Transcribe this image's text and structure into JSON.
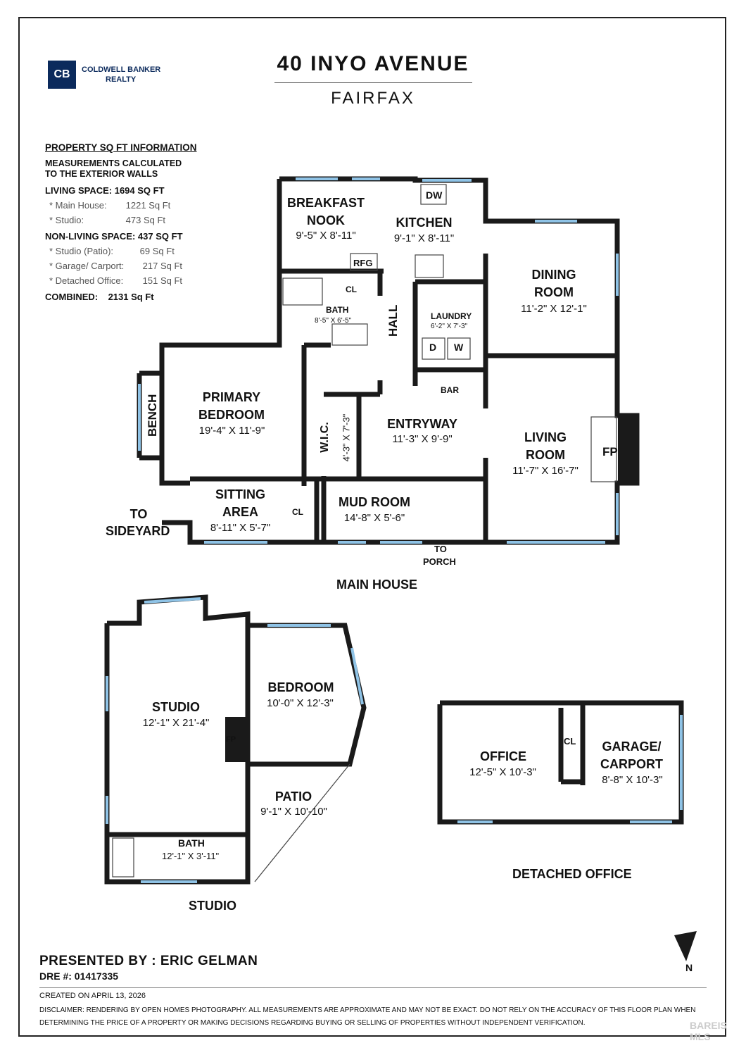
{
  "header": {
    "logo_initials": "CB",
    "logo_line1": "COLDWELL BANKER",
    "logo_line2": "REALTY",
    "title": "40 INYO AVENUE",
    "subtitle": "FAIRFAX"
  },
  "info": {
    "heading": "PROPERTY SQ FT INFORMATION",
    "note_line1": "MEASUREMENTS CALCULATED",
    "note_line2": "TO THE EXTERIOR WALLS",
    "living_label": "LIVING SPACE: 1694 SQ FT",
    "living_items": [
      {
        "k": "Main House:",
        "v": "1221 Sq Ft"
      },
      {
        "k": "Studio:",
        "v": "473 Sq Ft"
      }
    ],
    "nonliving_label": "NON-LIVING SPACE: 437 SQ FT",
    "nonliving_items": [
      {
        "k": "Studio (Patio):",
        "v": "69 Sq Ft"
      },
      {
        "k": "Garage/ Carport:",
        "v": "217 Sq Ft"
      },
      {
        "k": "Detached Office:",
        "v": "151 Sq Ft"
      }
    ],
    "combined_label": "COMBINED:",
    "combined_value": "2131 Sq Ft"
  },
  "rooms": {
    "breakfast": {
      "l1": "BREAKFAST",
      "l2": "NOOK",
      "dim": "9'-5\" X 8'-11\""
    },
    "kitchen": {
      "l1": "KITCHEN",
      "dim": "9'-1\" X 8'-11\""
    },
    "dining": {
      "l1": "DINING",
      "l2": "ROOM",
      "dim": "11'-2\" X 12'-1\""
    },
    "bath": {
      "l1": "BATH",
      "dim": "8'-5\" X 6'-5\""
    },
    "laundry": {
      "l1": "LAUNDRY",
      "dim": "6'-2\" X 7'-3\""
    },
    "primary": {
      "l1": "PRIMARY",
      "l2": "BEDROOM",
      "dim": "19'-4\" X 11'-9\""
    },
    "entry": {
      "l1": "ENTRYWAY",
      "dim": "11'-3\" X 9'-9\""
    },
    "living": {
      "l1": "LIVING",
      "l2": "ROOM",
      "dim": "11'-7\" X 16'-7\""
    },
    "wic": {
      "l1": "W.I.C.",
      "dim": "4'-3\" X 7'-3\""
    },
    "sitting": {
      "l1": "SITTING",
      "l2": "AREA",
      "dim": "8'-11\" X 5'-7\""
    },
    "mud": {
      "l1": "MUD ROOM",
      "dim": "14'-8\" X 5'-6\""
    },
    "studio": {
      "l1": "STUDIO",
      "dim": "12'-1\" X 21'-4\""
    },
    "bedroom": {
      "l1": "BEDROOM",
      "dim": "10'-0\" X 12'-3\""
    },
    "patio": {
      "l1": "PATIO",
      "dim": "9'-1\" X 10'-10\""
    },
    "sbath": {
      "l1": "BATH",
      "dim": "12'-1\" X 3'-11\""
    },
    "office": {
      "l1": "OFFICE",
      "dim": "12'-5\" X 10'-3\""
    },
    "garage": {
      "l1": "GARAGE/",
      "l2": "CARPORT",
      "dim": "8'-8\" X 10'-3\""
    }
  },
  "fixtures": {
    "dw": "DW",
    "rfg": "RFG",
    "cl": "CL",
    "hall": "HALL",
    "d": "D",
    "w": "W",
    "bar": "BAR",
    "bench": "BENCH",
    "fp": "FP"
  },
  "labels": {
    "to_sideyard_1": "TO",
    "to_sideyard_2": "SIDEYARD",
    "to_porch_1": "TO",
    "to_porch_2": "PORCH",
    "main_house": "MAIN HOUSE",
    "studio": "STUDIO",
    "detached_office": "DETACHED OFFICE",
    "north": "N"
  },
  "footer": {
    "presented": "PRESENTED BY : ERIC GELMAN",
    "dre": "DRE #: 01417335",
    "created": "CREATED ON APRIL 13, 2026",
    "disclaimer": "DISCLAIMER: RENDERING BY OPEN HOMES PHOTOGRAPHY. ALL MEASUREMENTS ARE APPROXIMATE AND MAY NOT BE EXACT. DO NOT RELY ON THE ACCURACY OF THIS FLOOR PLAN WHEN DETERMINING THE PRICE OF A PROPERTY OR MAKING DECISIONS REGARDING BUYING OR SELLING OF PROPERTIES WITHOUT INDEPENDENT VERIFICATION.",
    "watermark": "BAREIS MLS"
  },
  "colors": {
    "wall": "#1a1a1a",
    "window": "#8fc3e6",
    "brand": "#0b2a5c"
  }
}
